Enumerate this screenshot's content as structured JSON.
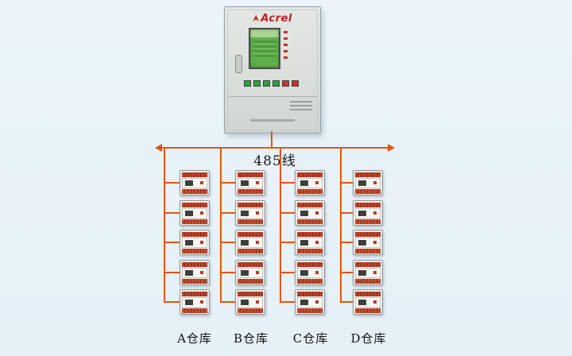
{
  "cabinet": {
    "brand": "Acrel"
  },
  "bus": {
    "label": "485线"
  },
  "warehouses": [
    {
      "label": "A仓库"
    },
    {
      "label": "B仓库"
    },
    {
      "label": "C仓库"
    },
    {
      "label": "D仓库"
    }
  ],
  "devices": {
    "columns": 4,
    "per_column": 5,
    "total": 20
  },
  "colors": {
    "background": "#e9f2f8",
    "wire_orange": "#e4550e",
    "brand_red": "#c41e1e",
    "screen_green": "#5fae4b"
  }
}
